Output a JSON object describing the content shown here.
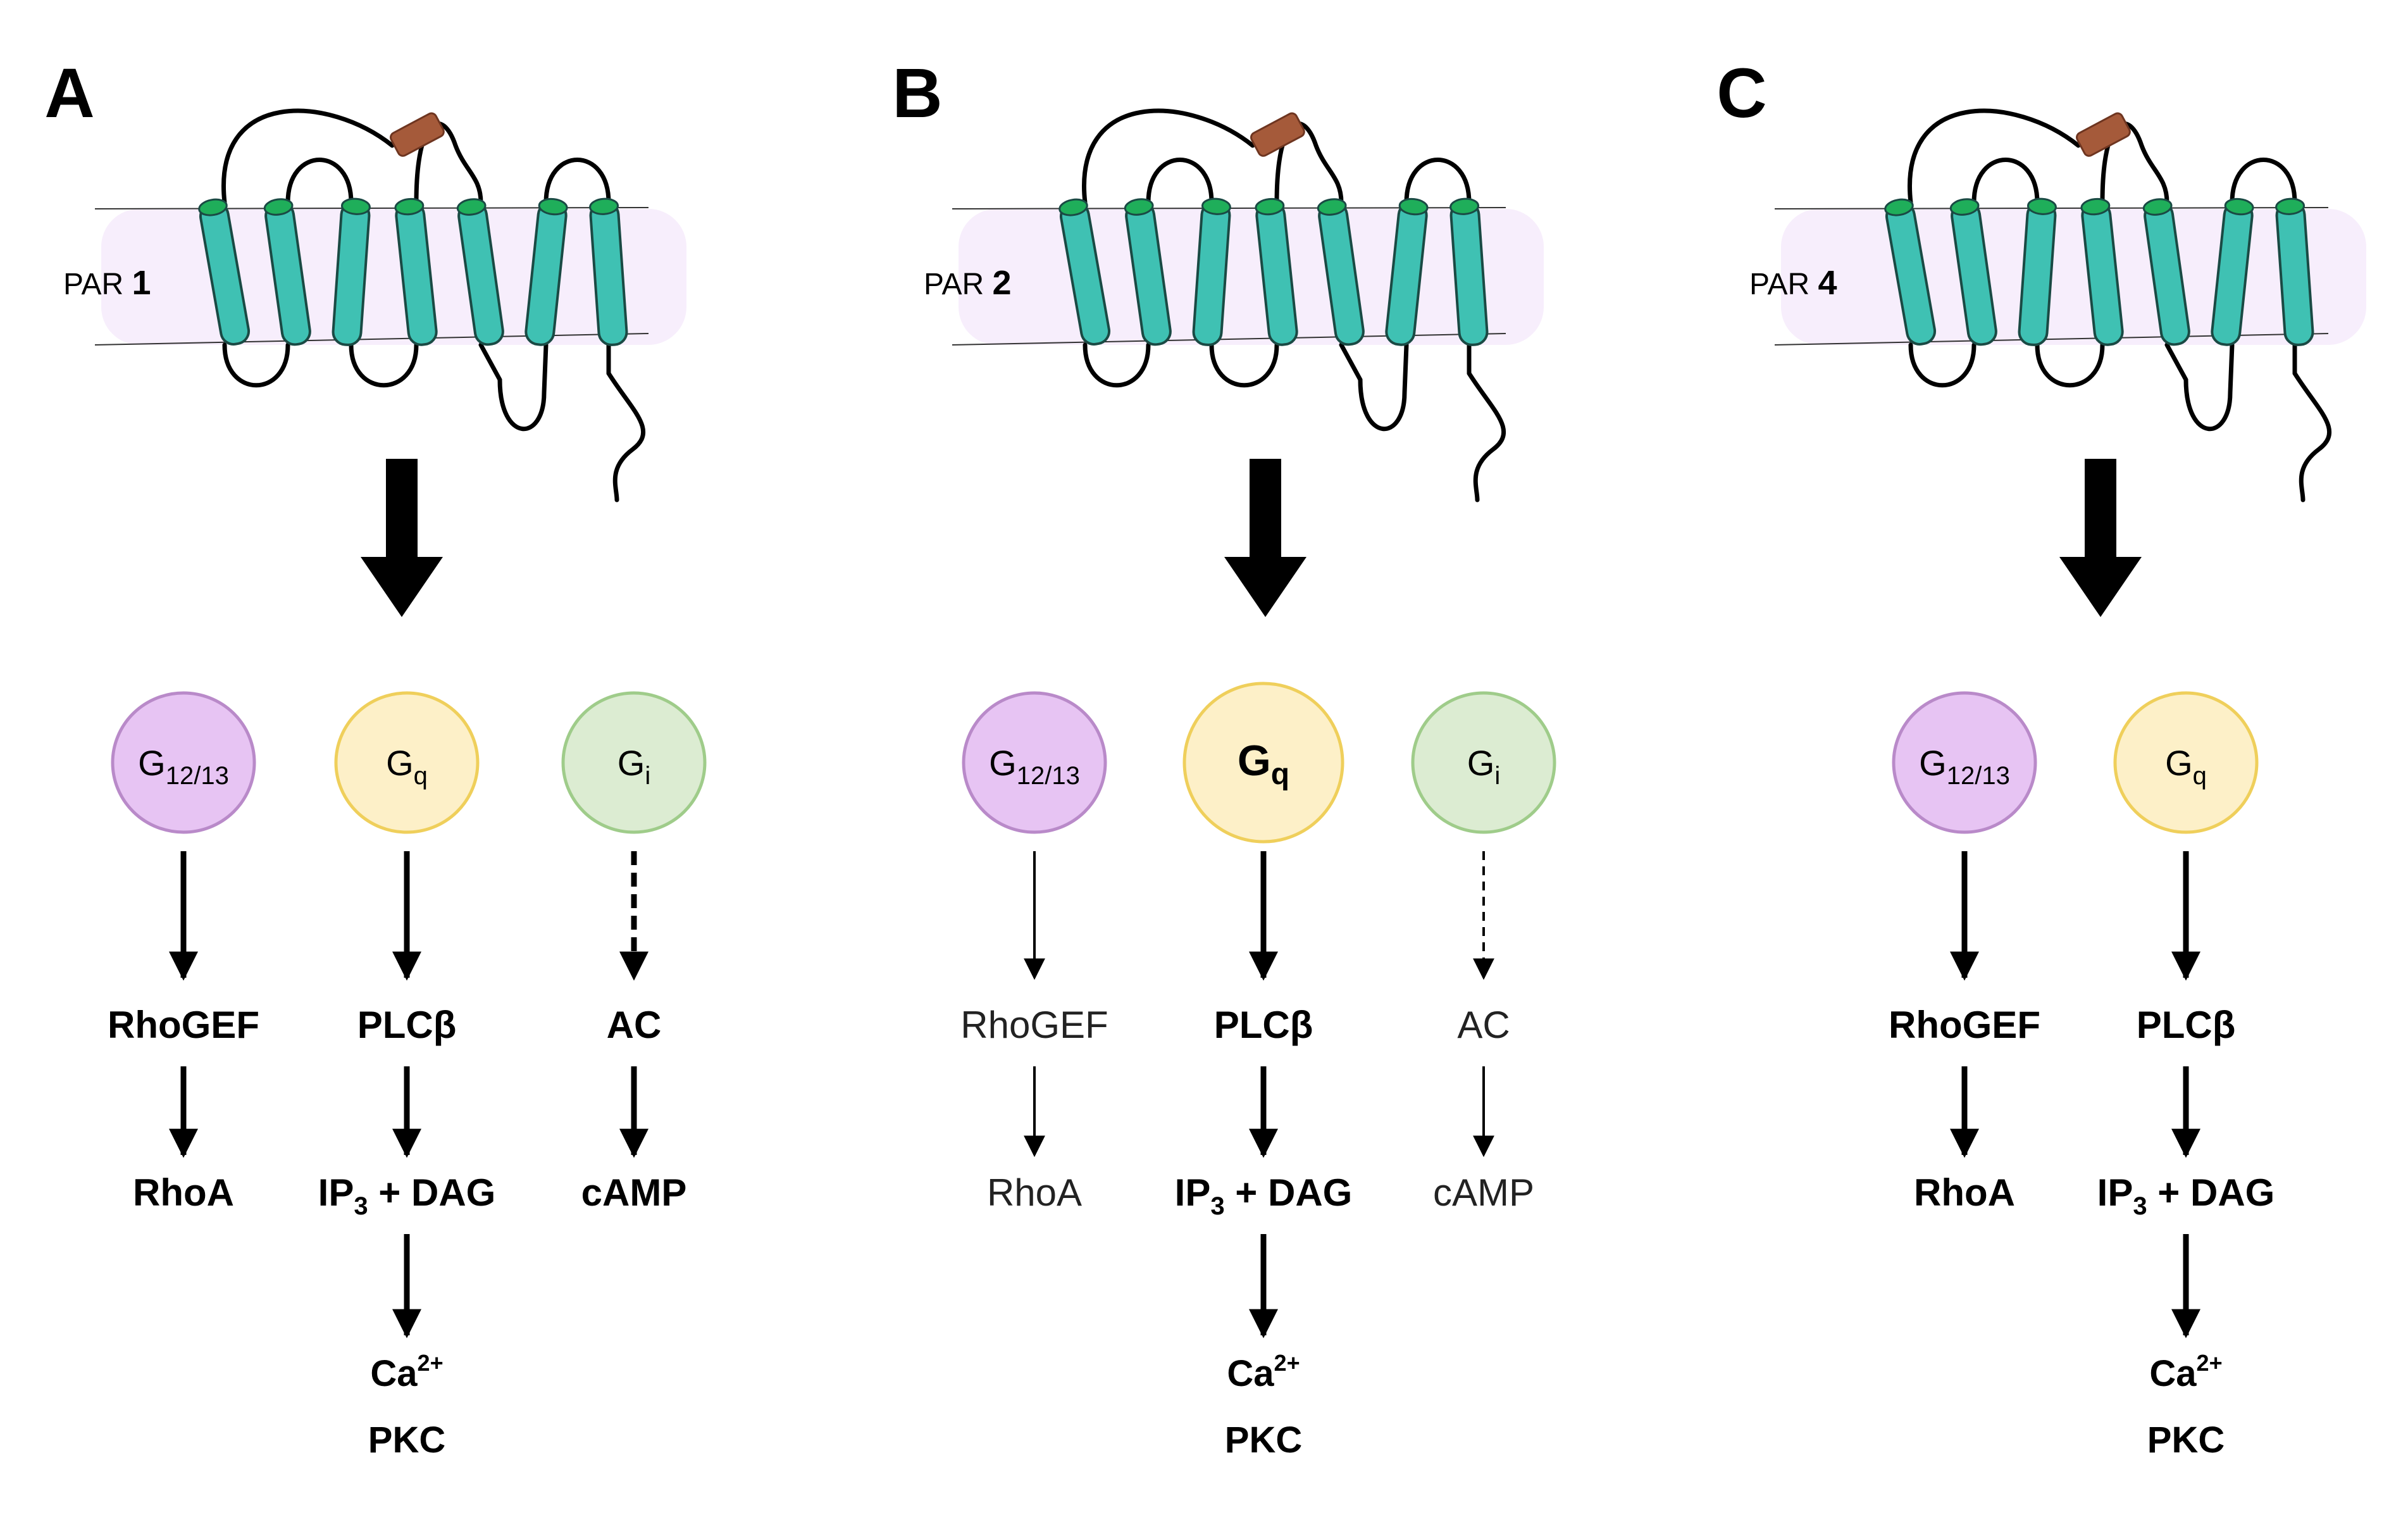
{
  "colors": {
    "membrane": "#f7eefc",
    "helix": "#3fc1b3",
    "helix_stroke": "#1a4a44",
    "helix_cap": "#1fae5a",
    "ligand": "#a55a3a",
    "g1213_fill": "#e7c4f3",
    "g1213_stroke": "#b98ac9",
    "gq_fill": "#fdf0c8",
    "gq_stroke": "#efcf5b",
    "gi_fill": "#dcecd2",
    "gi_stroke": "#9fcc8a",
    "text": "#000000",
    "weak_text": "#222222"
  },
  "panels": [
    {
      "letter": "A",
      "receptor_prefix": "PAR",
      "receptor_number": "1",
      "proteins": [
        {
          "id": "g1213",
          "base": "G",
          "sub": "12/13",
          "emphasis": false,
          "enlarged": false
        },
        {
          "id": "gq",
          "base": "G",
          "sub": "q",
          "emphasis": false,
          "enlarged": false
        },
        {
          "id": "gi",
          "base": "G",
          "sub": "i",
          "emphasis": false,
          "enlarged": false
        }
      ],
      "pathways": [
        {
          "column": "g1213",
          "strong": true,
          "first_arrow_dashed": false,
          "steps": [
            "RhoGEF",
            "RhoA"
          ]
        },
        {
          "column": "gq",
          "strong": true,
          "first_arrow_dashed": false,
          "steps": [
            "PLCβ",
            "IP3 + DAG",
            "Ca2+ PKC"
          ]
        },
        {
          "column": "gi",
          "strong": true,
          "first_arrow_dashed": true,
          "steps": [
            "AC",
            "cAMP"
          ]
        }
      ]
    },
    {
      "letter": "B",
      "receptor_prefix": "PAR",
      "receptor_number": "2",
      "proteins": [
        {
          "id": "g1213",
          "base": "G",
          "sub": "12/13",
          "emphasis": false,
          "enlarged": false
        },
        {
          "id": "gq",
          "base": "G",
          "sub": "q",
          "emphasis": true,
          "enlarged": true
        },
        {
          "id": "gi",
          "base": "G",
          "sub": "i",
          "emphasis": false,
          "enlarged": false
        }
      ],
      "pathways": [
        {
          "column": "g1213",
          "strong": false,
          "first_arrow_dashed": false,
          "steps": [
            "RhoGEF",
            "RhoA"
          ]
        },
        {
          "column": "gq",
          "strong": true,
          "first_arrow_dashed": false,
          "steps": [
            "PLCβ",
            "IP3 + DAG",
            "Ca2+ PKC"
          ]
        },
        {
          "column": "gi",
          "strong": false,
          "first_arrow_dashed": true,
          "steps": [
            "AC",
            "cAMP"
          ]
        }
      ]
    },
    {
      "letter": "C",
      "receptor_prefix": "PAR",
      "receptor_number": "4",
      "proteins": [
        {
          "id": "g1213",
          "base": "G",
          "sub": "12/13",
          "emphasis": false,
          "enlarged": false
        },
        {
          "id": "gq",
          "base": "G",
          "sub": "q",
          "emphasis": false,
          "enlarged": false
        }
      ],
      "pathways": [
        {
          "column": "g1213",
          "strong": true,
          "first_arrow_dashed": false,
          "steps": [
            "RhoGEF",
            "RhoA"
          ]
        },
        {
          "column": "gq",
          "strong": true,
          "first_arrow_dashed": false,
          "steps": [
            "PLCβ",
            "IP3 + DAG",
            "Ca2+ PKC"
          ]
        }
      ]
    }
  ]
}
